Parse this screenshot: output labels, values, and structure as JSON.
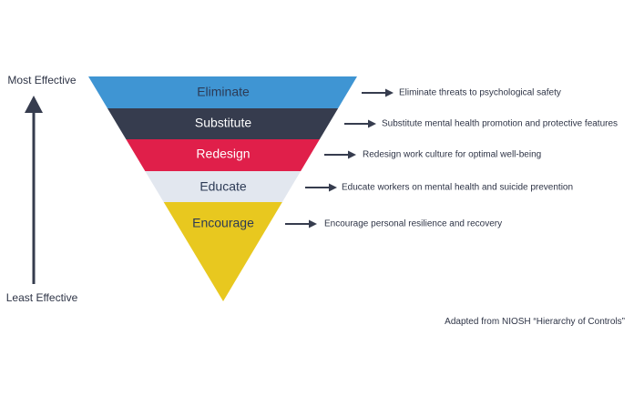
{
  "axis": {
    "top_label": "Most Effective",
    "bottom_label": "Least Effective"
  },
  "levels": [
    {
      "label": "Eliminate",
      "description": "Eliminate threats to psychological safety",
      "color": "#3f95d3",
      "text_color": "#2c3a55"
    },
    {
      "label": "Substitute",
      "description": "Substitute mental health promotion and protective features",
      "color": "#363c4e",
      "text_color": "#ffffff"
    },
    {
      "label": "Redesign",
      "description": "Redesign work culture for optimal well-being",
      "color": "#e01f4a",
      "text_color": "#ffffff"
    },
    {
      "label": "Educate",
      "description": "Educate workers on mental health and suicide prevention",
      "color": "#e2e7ef",
      "text_color": "#2c3a55"
    },
    {
      "label": "Encourage",
      "description": "Encourage personal resilience and recovery",
      "color": "#e8c81f",
      "text_color": "#2c3a55"
    }
  ],
  "credit": "Adapted from NIOSH “Hierarchy of Controls”",
  "colors": {
    "arrow": "#363c4e",
    "text": "#2e3446"
  }
}
